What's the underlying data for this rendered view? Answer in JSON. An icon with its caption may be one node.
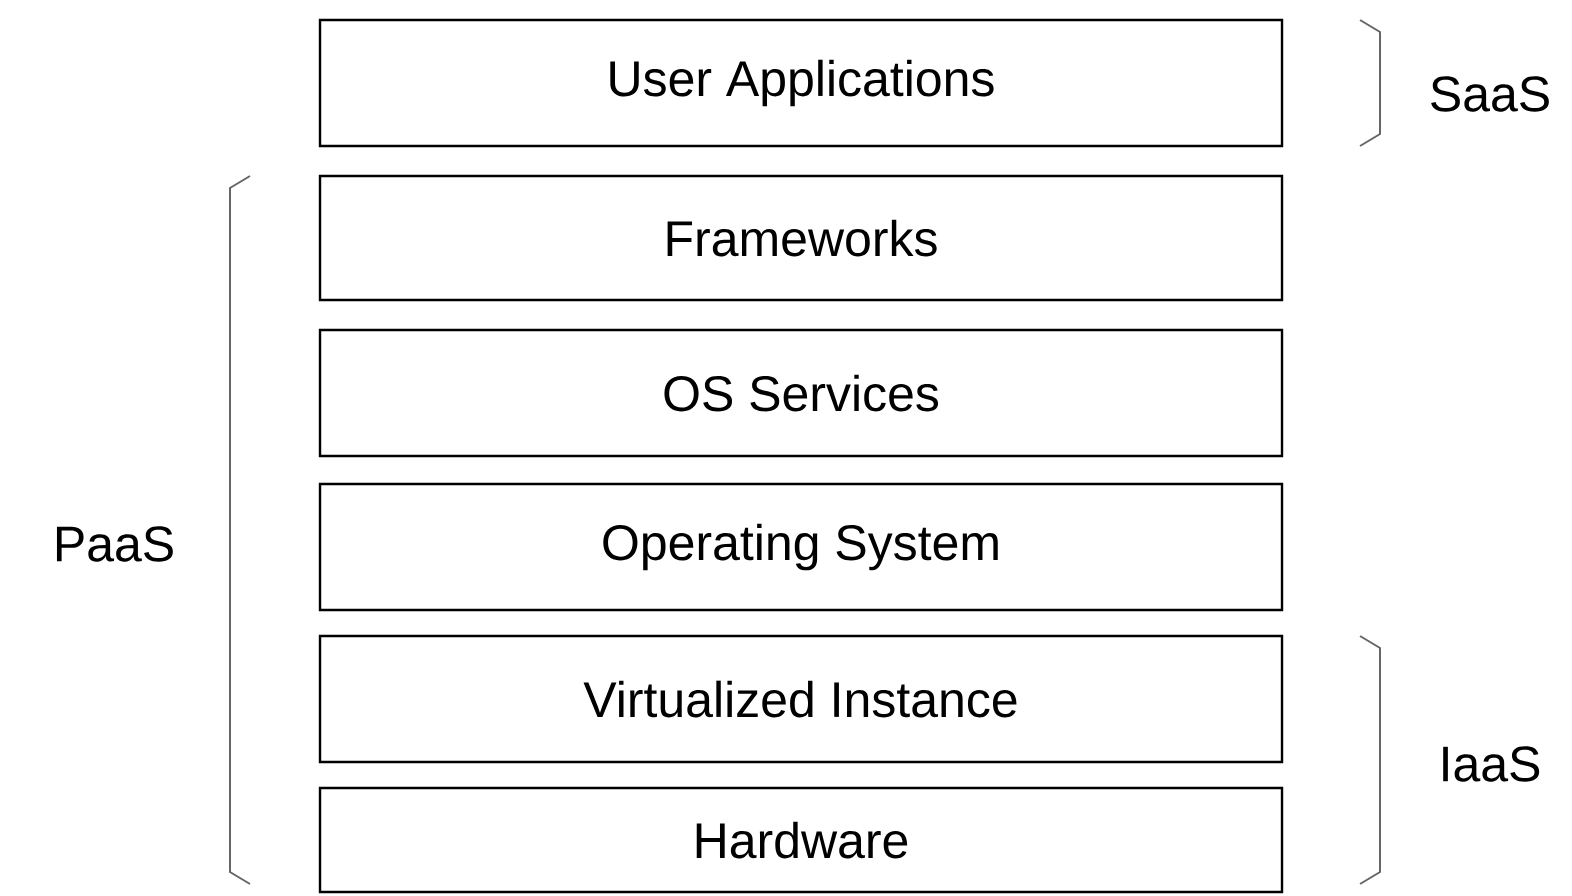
{
  "diagram": {
    "nodes": [
      {
        "text": [
          "User Applications"
        ]
      },
      {
        "text": [
          "Frameworks"
        ]
      },
      {
        "text": [
          "OS Services"
        ]
      },
      {
        "text": [
          "Operating System"
        ]
      },
      {
        "text": [
          "Virtualized Instance"
        ]
      },
      {
        "text": [
          "Hardware"
        ]
      }
    ],
    "labels": [
      "SaaS",
      "PaaS",
      "IaaS"
    ]
  }
}
